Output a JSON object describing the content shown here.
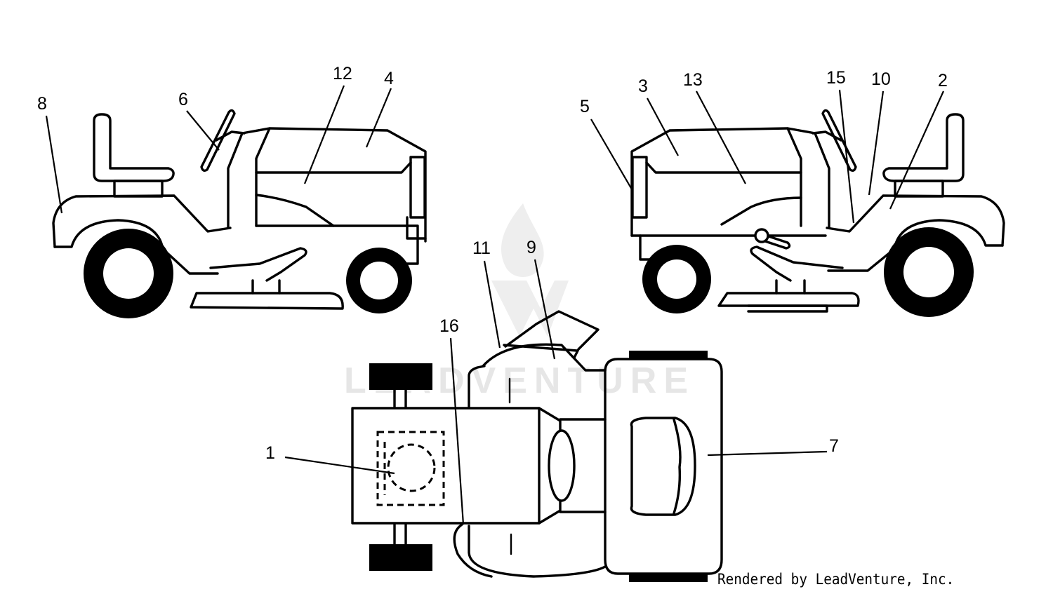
{
  "watermark": {
    "text": "LEADVENTURE"
  },
  "credit": "Rendered by LeadVenture, Inc.",
  "callouts": {
    "c1": "1",
    "c2": "2",
    "c3": "3",
    "c4": "4",
    "c5": "5",
    "c6": "6",
    "c7": "7",
    "c8": "8",
    "c9": "9",
    "c10": "10",
    "c11": "11",
    "c12": "12",
    "c13": "13",
    "c15": "15",
    "c16": "16"
  }
}
